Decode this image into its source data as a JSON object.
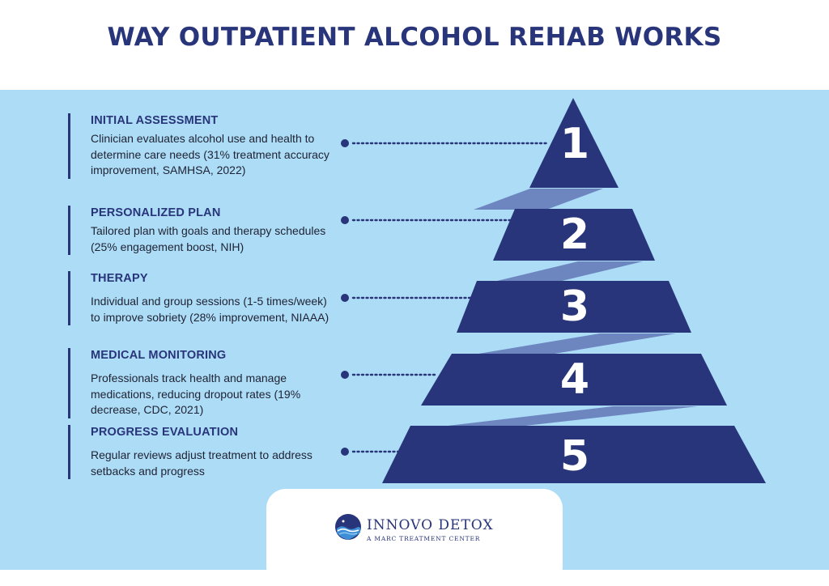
{
  "title": "WAY OUTPATIENT ALCOHOL REHAB WORKS",
  "colors": {
    "navy": "#28357a",
    "connector": "#6d86c0",
    "panel": "#acdcf6",
    "dot": "#28357a"
  },
  "steps": [
    {
      "number": "1",
      "title": "INITIAL ASSESSMENT",
      "description": "Clinician evaluates alcohol use and health to determine care needs (31% treatment accuracy improvement, SAMHSA, 2022)"
    },
    {
      "number": "2",
      "title": "PERSONALIZED PLAN",
      "description": "Tailored plan with goals and therapy schedules (25% engagement boost, NIH)"
    },
    {
      "number": "3",
      "title": "THERAPY",
      "description": "Individual and group sessions (1-5 times/week) to improve sobriety (28% improvement, NIAAA)"
    },
    {
      "number": "4",
      "title": "MEDICAL MONITORING",
      "description": "Professionals track health and manage medications, reducing dropout rates (19% decrease, CDC, 2021)"
    },
    {
      "number": "5",
      "title": "PROGRESS EVALUATION",
      "description": "Regular reviews adjust treatment to address setbacks and progress"
    }
  ],
  "logo": {
    "name": "INNOVO DETOX",
    "tagline": "A MARC TREATMENT CENTER"
  }
}
